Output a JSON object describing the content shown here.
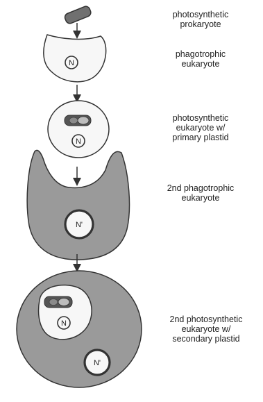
{
  "stages": [
    {
      "label": "photosynthetic\nprokaryote"
    },
    {
      "label": "phagotrophic\neukaryote"
    },
    {
      "label": "photosynthetic\neukaryote w/\nprimary plastid"
    },
    {
      "label": "2nd phagotrophic\neukaryote"
    },
    {
      "label": "2nd photosynthetic\neukaryote w/\nsecondary plastid"
    }
  ],
  "nucleus_labels": {
    "first_eukaryote": "N",
    "second_eukaryote": "N'"
  },
  "colors": {
    "outline": "#333333",
    "cytoplasm_shaded": "#9a9a9a",
    "cell_light": "#f7f7f7",
    "plastid_dark": "#555555",
    "plastid_light": "#bdbdbd"
  }
}
